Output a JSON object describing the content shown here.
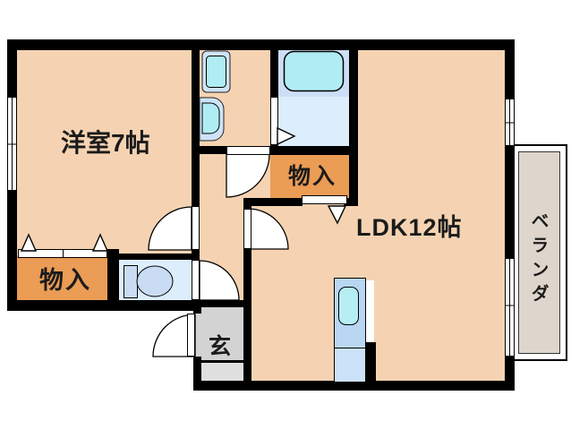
{
  "floorplan": {
    "title": "apartment-floorplan",
    "rooms": {
      "western_room_label": "洋室7帖",
      "ldk_label": "LDK12帖",
      "closet_top_label": "物入",
      "closet_bottom_label": "物入",
      "entrance_label": "玄",
      "veranda_label": "ベランダ"
    },
    "colors": {
      "wall": "#000000",
      "room_floor_peach": "#f5d3b2",
      "closet_orange": "#eb9c55",
      "wet_floor_blue": "#dceefb",
      "bath_panel_blue": "#cddff6",
      "fixture_cyan": "#b0ecf4",
      "fixture_blue": "#b9d6f2",
      "genkan_gray": "#d3d3d3",
      "genkan_step_gray": "#dfdfdf",
      "veranda_floor": "#ded6cc"
    }
  }
}
